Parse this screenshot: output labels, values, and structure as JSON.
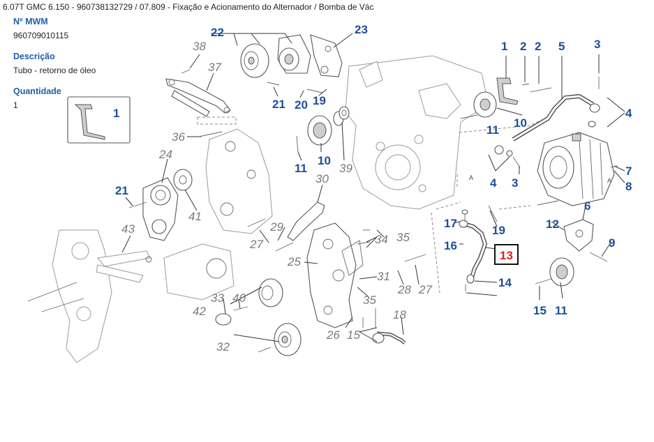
{
  "header": {
    "title": "6.07T GMC 6.150 - 960738132729  /  07.809 - Fixação e Acionamento do Alternador / Bomba de Vác"
  },
  "info": {
    "mwm_label": "Nº MWM",
    "mwm_value": "960709010115",
    "desc_label": "Descrição",
    "desc_value": "Tubo - retorno de óleo",
    "qty_label": "Quantidade",
    "qty_value": "1"
  },
  "diagram": {
    "highlight_color": "#e0201c",
    "blue_color": "#1d4e9a",
    "gray_color": "#7a7a7a",
    "selected_callout": "13",
    "inset_callout": "1",
    "callouts_blue": [
      "22",
      "23",
      "21",
      "20",
      "19",
      "10",
      "11",
      "21",
      "1",
      "2",
      "2",
      "5",
      "3",
      "4",
      "11",
      "10",
      "4",
      "3",
      "7",
      "8",
      "6",
      "12",
      "9",
      "17",
      "16",
      "19",
      "14",
      "15",
      "11",
      "10"
    ],
    "callouts_gray": [
      "38",
      "37",
      "36",
      "24",
      "41",
      "43",
      "30",
      "39",
      "29",
      "27",
      "35",
      "34",
      "25",
      "31",
      "33",
      "40",
      "42",
      "32",
      "28",
      "27",
      "35",
      "26",
      "15",
      "18"
    ],
    "arrow_letter": "A"
  }
}
